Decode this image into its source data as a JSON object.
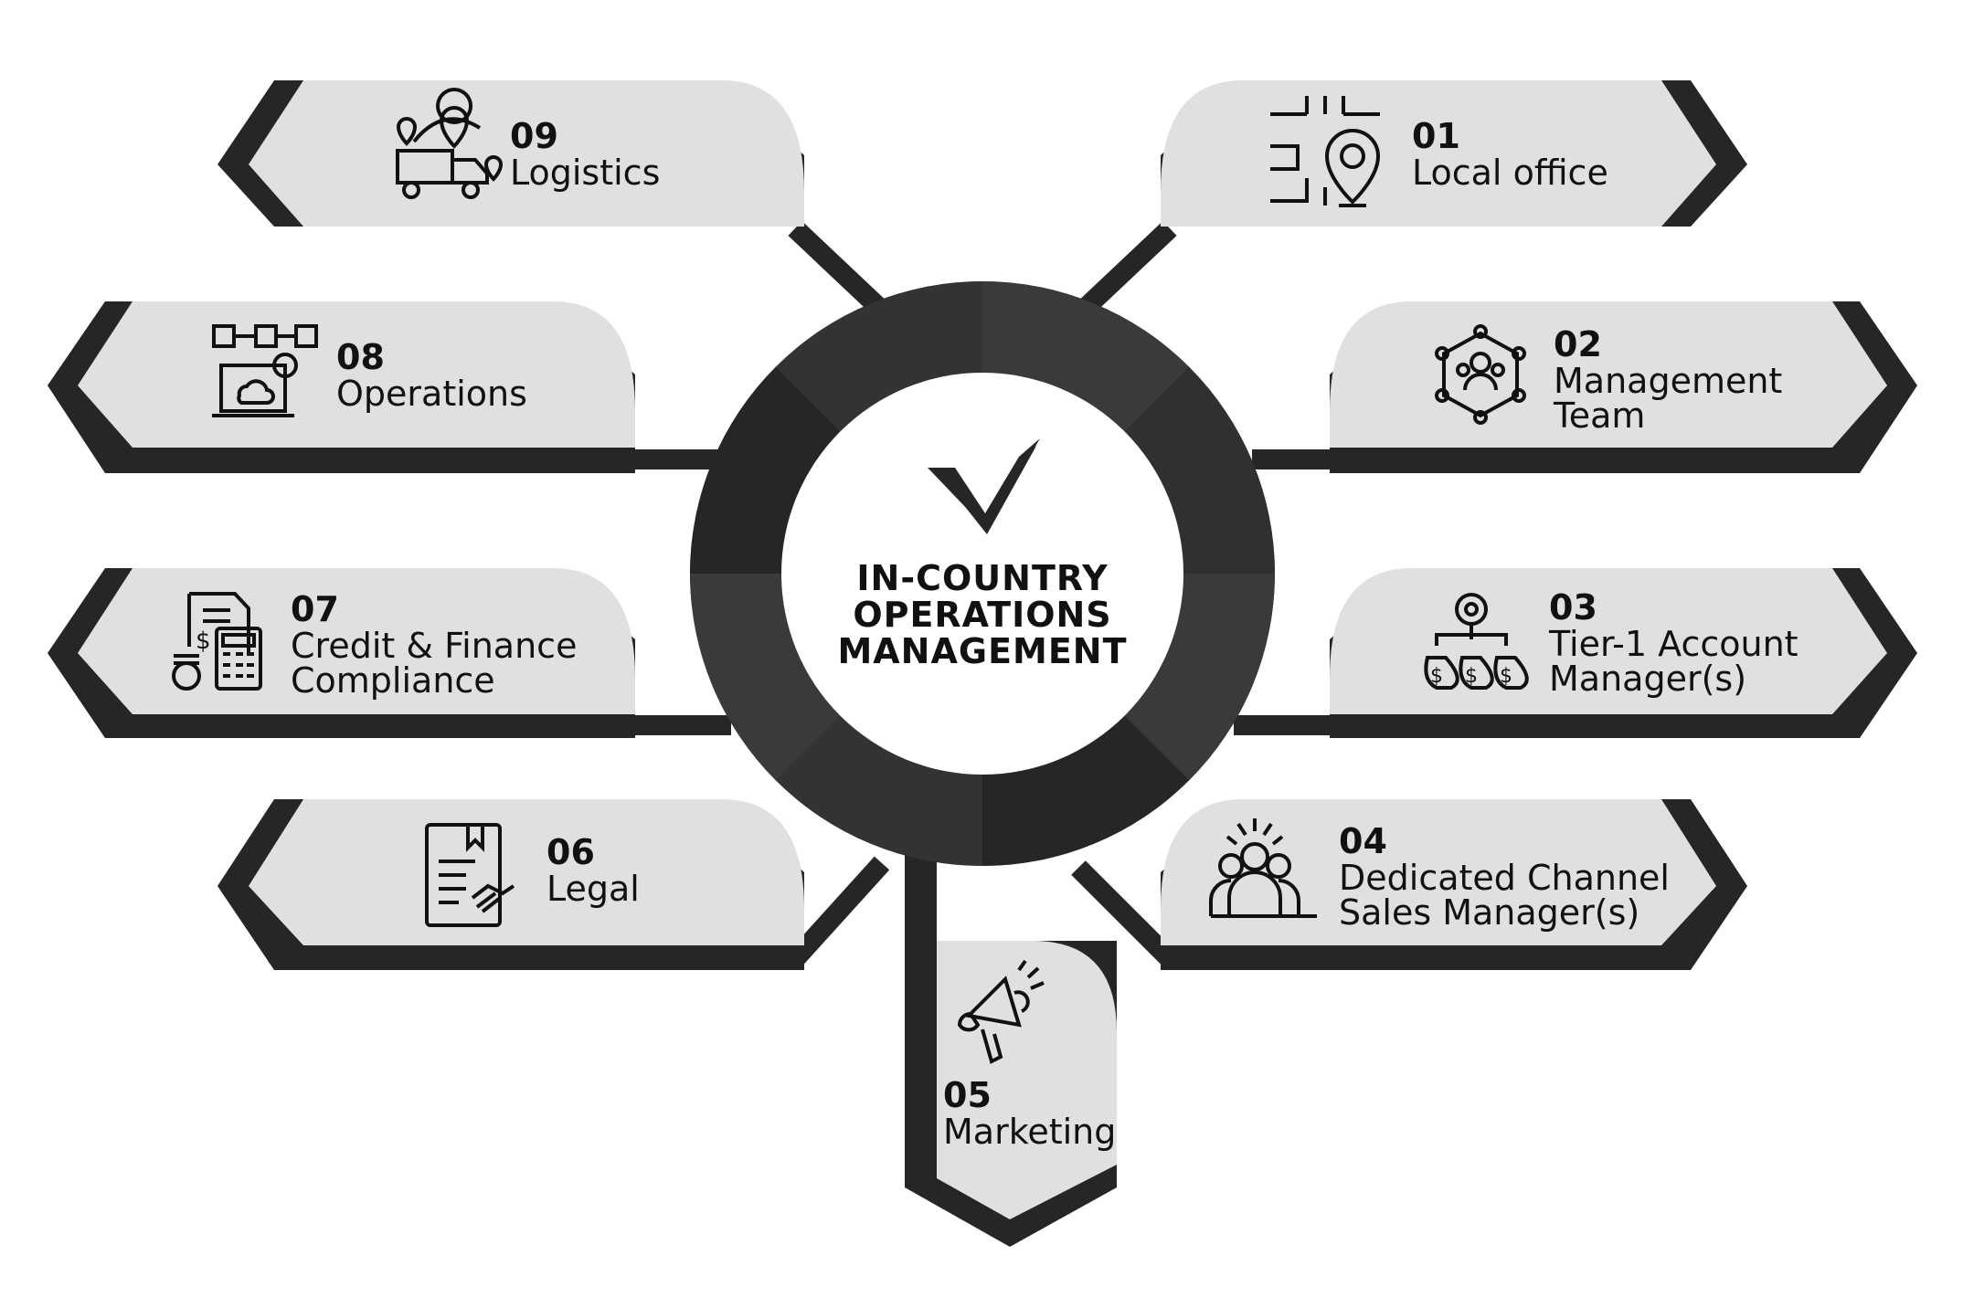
{
  "center": {
    "title_lines": [
      "IN-COUNTRY",
      "OPERATIONS",
      "MANAGEMENT"
    ],
    "logo_icon": "checkmark-logo-icon"
  },
  "colors": {
    "card_fill": "#e0e0e0",
    "card_frame": "#262626",
    "ring_dark": "#262626",
    "ring_light": "#3a3a3a",
    "text": "#111111"
  },
  "items": [
    {
      "id": "01",
      "number": "01",
      "label_lines": [
        "Local office"
      ],
      "icon": "local-office-map-pin-icon"
    },
    {
      "id": "02",
      "number": "02",
      "label_lines": [
        "Management",
        "Team"
      ],
      "icon": "management-team-network-icon"
    },
    {
      "id": "03",
      "number": "03",
      "label_lines": [
        "Tier-1 Account",
        "Manager(s)"
      ],
      "icon": "money-bags-gear-icon"
    },
    {
      "id": "04",
      "number": "04",
      "label_lines": [
        "Dedicated Channel",
        "Sales Manager(s)"
      ],
      "icon": "sales-team-people-icon"
    },
    {
      "id": "05",
      "number": "05",
      "label_lines": [
        "Marketing"
      ],
      "icon": "megaphone-icon"
    },
    {
      "id": "06",
      "number": "06",
      "label_lines": [
        "Legal"
      ],
      "icon": "contract-handshake-icon"
    },
    {
      "id": "07",
      "number": "07",
      "label_lines": [
        "Credit & Finance",
        "Compliance"
      ],
      "icon": "calculator-invoice-coins-icon"
    },
    {
      "id": "08",
      "number": "08",
      "label_lines": [
        "Operations"
      ],
      "icon": "laptop-cloud-network-icon"
    },
    {
      "id": "09",
      "number": "09",
      "label_lines": [
        "Logistics"
      ],
      "icon": "delivery-truck-location-icon"
    }
  ]
}
